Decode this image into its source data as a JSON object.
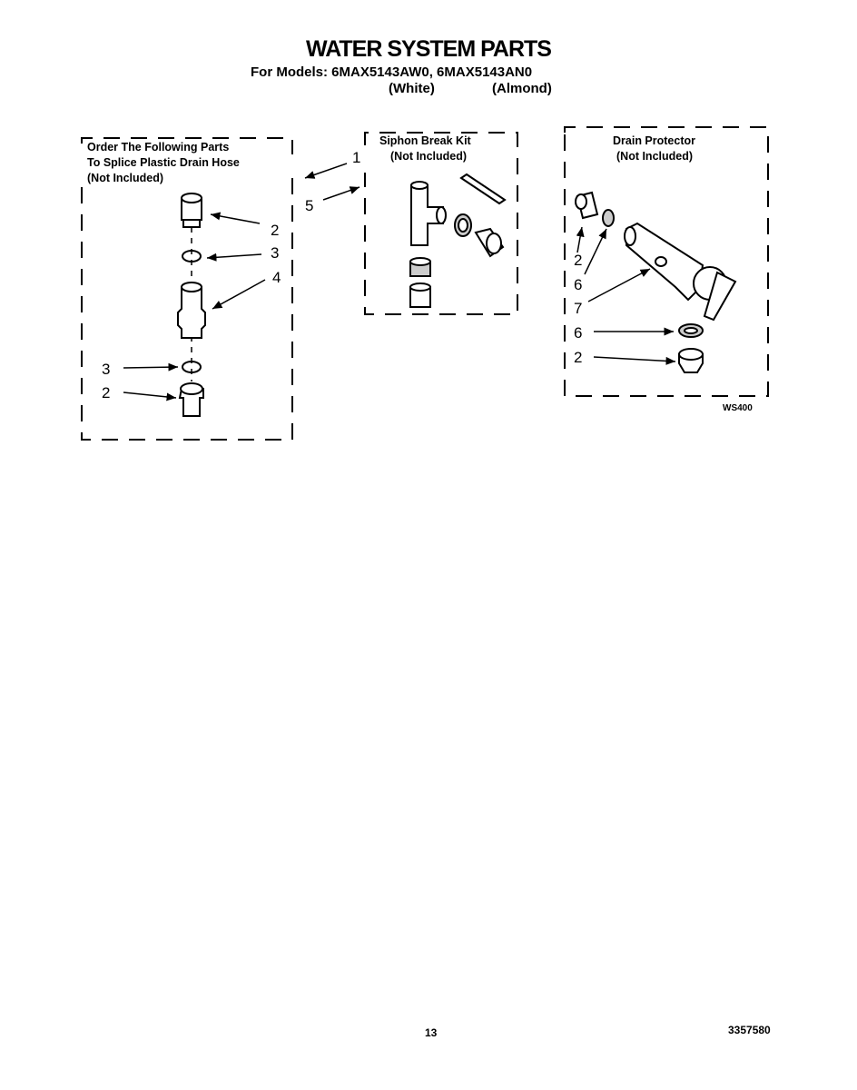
{
  "header": {
    "title": "WATER SYSTEM PARTS",
    "models_line": "For Models: 6MAX5143AW0,  6MAX5143AN0",
    "color_white": "(White)",
    "color_almond": "(Almond)"
  },
  "boxes": {
    "splice": {
      "line1": "Order The Following Parts",
      "line2": "To Splice Plastic Drain Hose",
      "line3": "(Not Included)"
    },
    "siphon": {
      "line1": "Siphon Break Kit",
      "line2": "(Not Included)"
    },
    "drain": {
      "line1": "Drain Protector",
      "line2": "(Not Included)"
    }
  },
  "callouts": {
    "c1": "1",
    "c5": "5",
    "s2a": "2",
    "s3a": "3",
    "s4": "4",
    "s3b": "3",
    "s2b": "2",
    "d2a": "2",
    "d6a": "6",
    "d7": "7",
    "d6b": "6",
    "d2b": "2"
  },
  "diagram_code": "WS400",
  "footer": {
    "page_number": "13",
    "doc_number": "3357580"
  }
}
